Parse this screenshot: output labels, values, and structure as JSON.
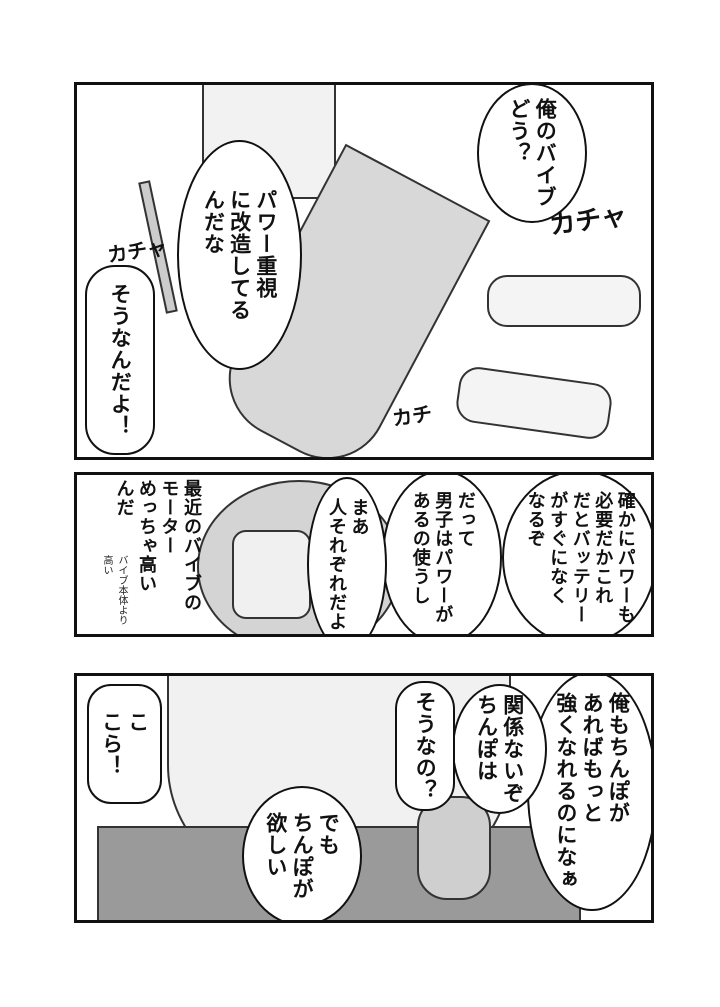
{
  "panels": [
    {
      "bubbles": [
        "俺のバイブ\nどう？",
        "パワー重視\nに改造してる\nんだな",
        "そうなんだよ！"
      ],
      "sfx": [
        "カチャ",
        "カチャ",
        "カチ"
      ]
    },
    {
      "bubbles": [
        "確かにパワーも\n必要だかこれ\nだとバッテリー\nがすぐになく\nなるぞ",
        "だって\n男子はパワーが\nあるの使うし",
        "まあ\n人それぞれだよ",
        "最近のバイブの\nモーター\nめっちゃ高い\nんだ"
      ],
      "note": "バイブ本体より\n高い"
    },
    {
      "bubbles": [
        "俺もちんぽが\nあればもっと\n強くなれるのになぁ",
        "関係ないぞ\nちんぽは",
        "そうなの？",
        "こ\nこら！",
        "でも\nちんぽが\n欲しい"
      ]
    }
  ]
}
